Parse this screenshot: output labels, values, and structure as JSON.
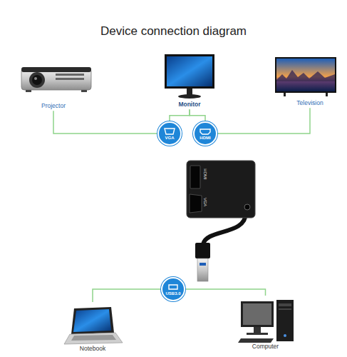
{
  "diagram": {
    "title": "Device connection diagram",
    "nodes": [
      {
        "text": [
          "Projector"
        ]
      },
      {
        "text": [
          "Monitor"
        ]
      },
      {
        "text": [
          "Television"
        ]
      },
      {
        "text": [
          "VGA"
        ]
      },
      {
        "text": [
          "HDMI"
        ]
      },
      {
        "text": [
          "USB3.0"
        ]
      },
      {
        "text": [
          "Notebook"
        ]
      },
      {
        "text": [
          "Computer"
        ]
      }
    ],
    "edges": [
      {
        "from": 0,
        "to": 3,
        "arrow": "none"
      },
      {
        "from": 1,
        "to": 3,
        "arrow": "none"
      },
      {
        "from": 1,
        "to": 4,
        "arrow": "none"
      },
      {
        "from": 2,
        "to": 4,
        "arrow": "none"
      },
      {
        "from": 5,
        "to": 6,
        "arrow": "none"
      },
      {
        "from": 5,
        "to": 7,
        "arrow": "none"
      }
    ],
    "labels": [
      "HDMI",
      "VGA"
    ]
  }
}
